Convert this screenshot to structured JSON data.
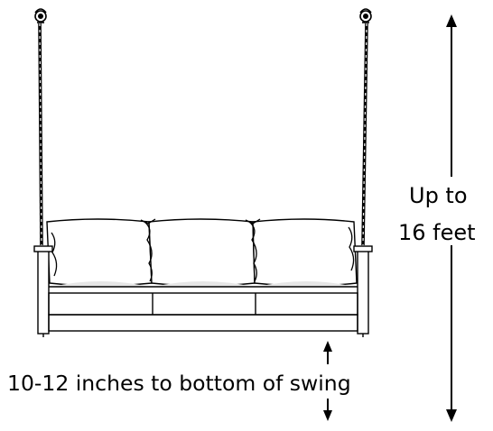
{
  "diagram": {
    "height_label": {
      "line1": "Up to",
      "line2": "16 feet"
    },
    "clearance_label": "10-12 inches to bottom of swing"
  },
  "colors": {
    "line": "#000000",
    "cushion_shadow": "#e6e6e6",
    "background": "#ffffff"
  }
}
